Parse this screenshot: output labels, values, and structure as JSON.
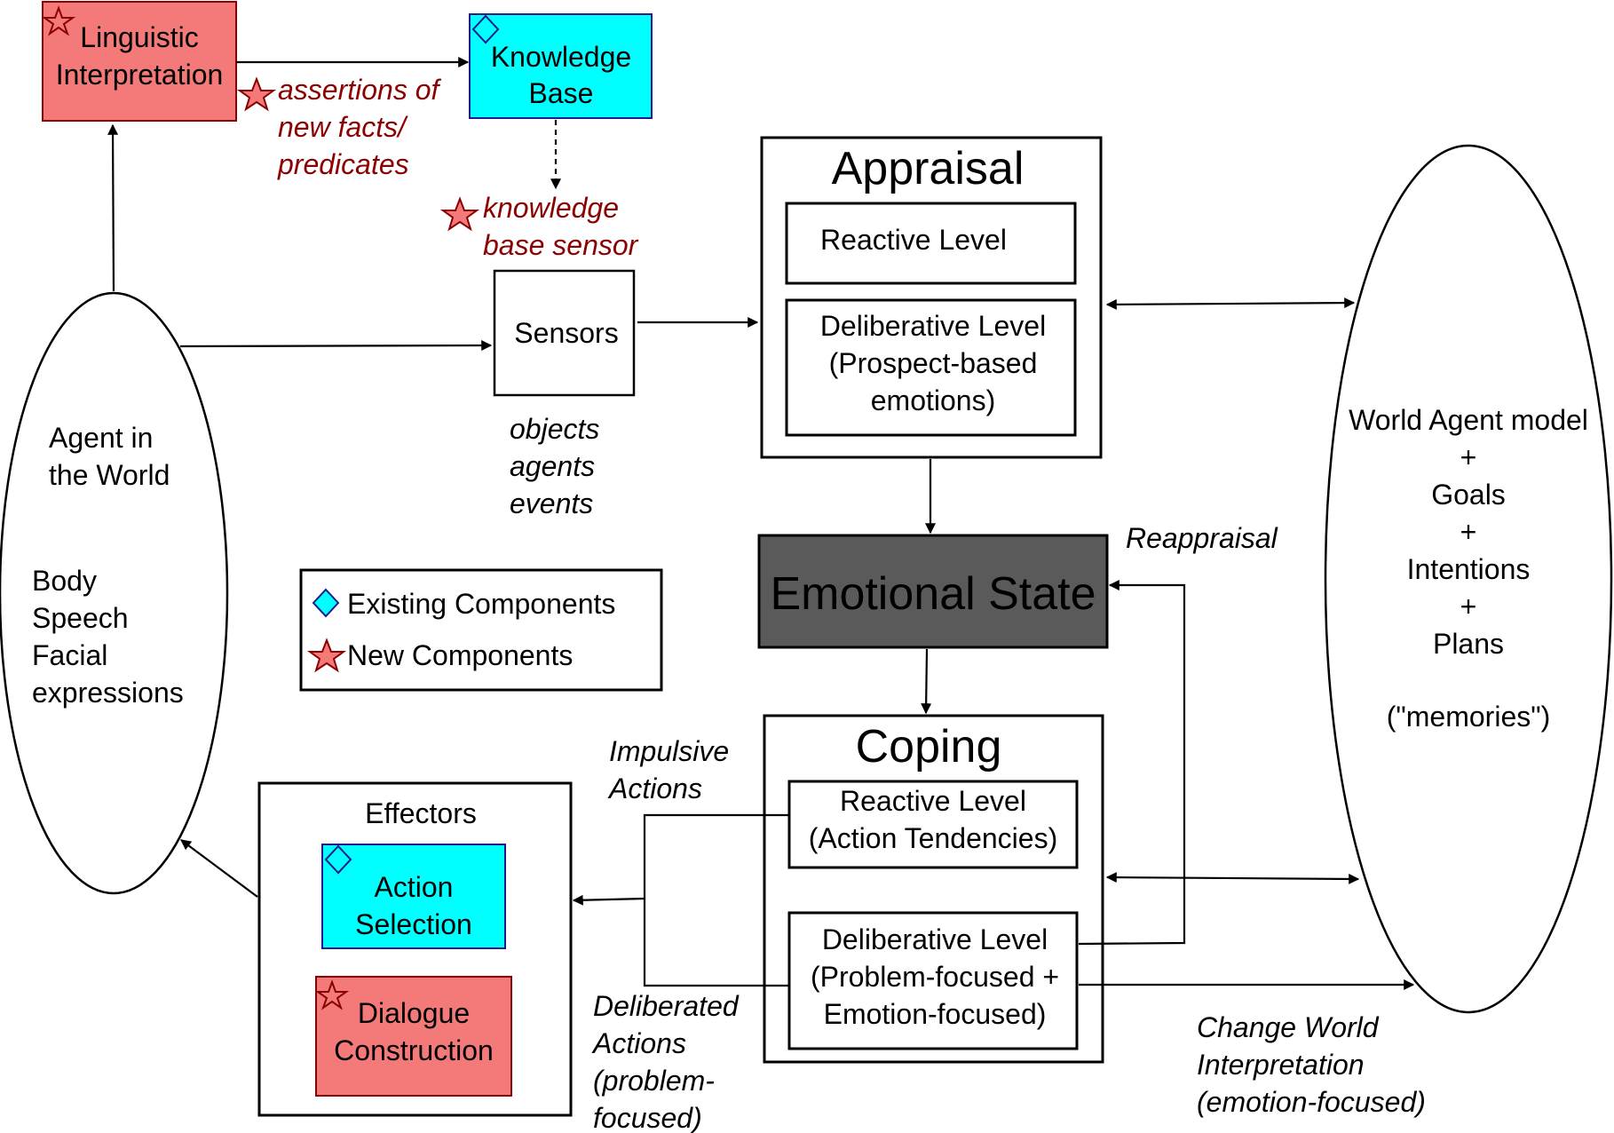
{
  "linguistic": {
    "line1": "Linguistic",
    "line2": "Interpretation"
  },
  "knowledge_base": {
    "line1": "Knowledge",
    "line2": "Base"
  },
  "assertions": {
    "line1": "assertions of",
    "line2": "new facts/",
    "line3": "predicates"
  },
  "kb_sensor": {
    "line1": "knowledge",
    "line2": "base sensor"
  },
  "sensors": {
    "label": "Sensors"
  },
  "sensor_outputs": {
    "line1": "objects",
    "line2": "agents",
    "line3": "events"
  },
  "appraisal": {
    "title": "Appraisal",
    "reactive": "Reactive Level",
    "deliberative": {
      "line1": "Deliberative Level",
      "line2": "(Prospect-based",
      "line3": "emotions)"
    }
  },
  "emotional_state": {
    "label": "Emotional State"
  },
  "reappraisal": {
    "label": "Reappraisal"
  },
  "coping": {
    "title": "Coping",
    "reactive": {
      "line1": "Reactive Level",
      "line2": "(Action Tendencies)"
    },
    "deliberative": {
      "line1": "Deliberative Level",
      "line2": "(Problem-focused +",
      "line3": "Emotion-focused)"
    }
  },
  "agent_world": {
    "line1": "Agent in",
    "line2": "the World",
    "line3": "Body",
    "line4": "Speech",
    "line5": "Facial",
    "line6": "expressions"
  },
  "world_model": {
    "line1": "World Agent model",
    "line2": "+",
    "line3": "Goals",
    "line4": "+",
    "line5": "Intentions",
    "line6": "+",
    "line7": "Plans",
    "line8": "(\"memories\")"
  },
  "legend": {
    "existing": "Existing Components",
    "new": "New Components"
  },
  "impulsive": {
    "line1": "Impulsive",
    "line2": "Actions"
  },
  "deliberated": {
    "line1": "Deliberated",
    "line2": "Actions",
    "line3": "(problem-",
    "line4": "focused)"
  },
  "change_world": {
    "line1": "Change World",
    "line2": "Interpretation",
    "line3": "(emotion-focused)"
  },
  "effectors": {
    "title": "Effectors",
    "action_selection": {
      "line1": "Action",
      "line2": "Selection"
    },
    "dialogue": {
      "line1": "Dialogue",
      "line2": "Construction"
    }
  },
  "colors": {
    "existing_fill": "#00ffff",
    "new_fill": "#f47a7a",
    "emotional_state_fill": "#5a5a5a",
    "annotation_red": "#8b0000"
  }
}
